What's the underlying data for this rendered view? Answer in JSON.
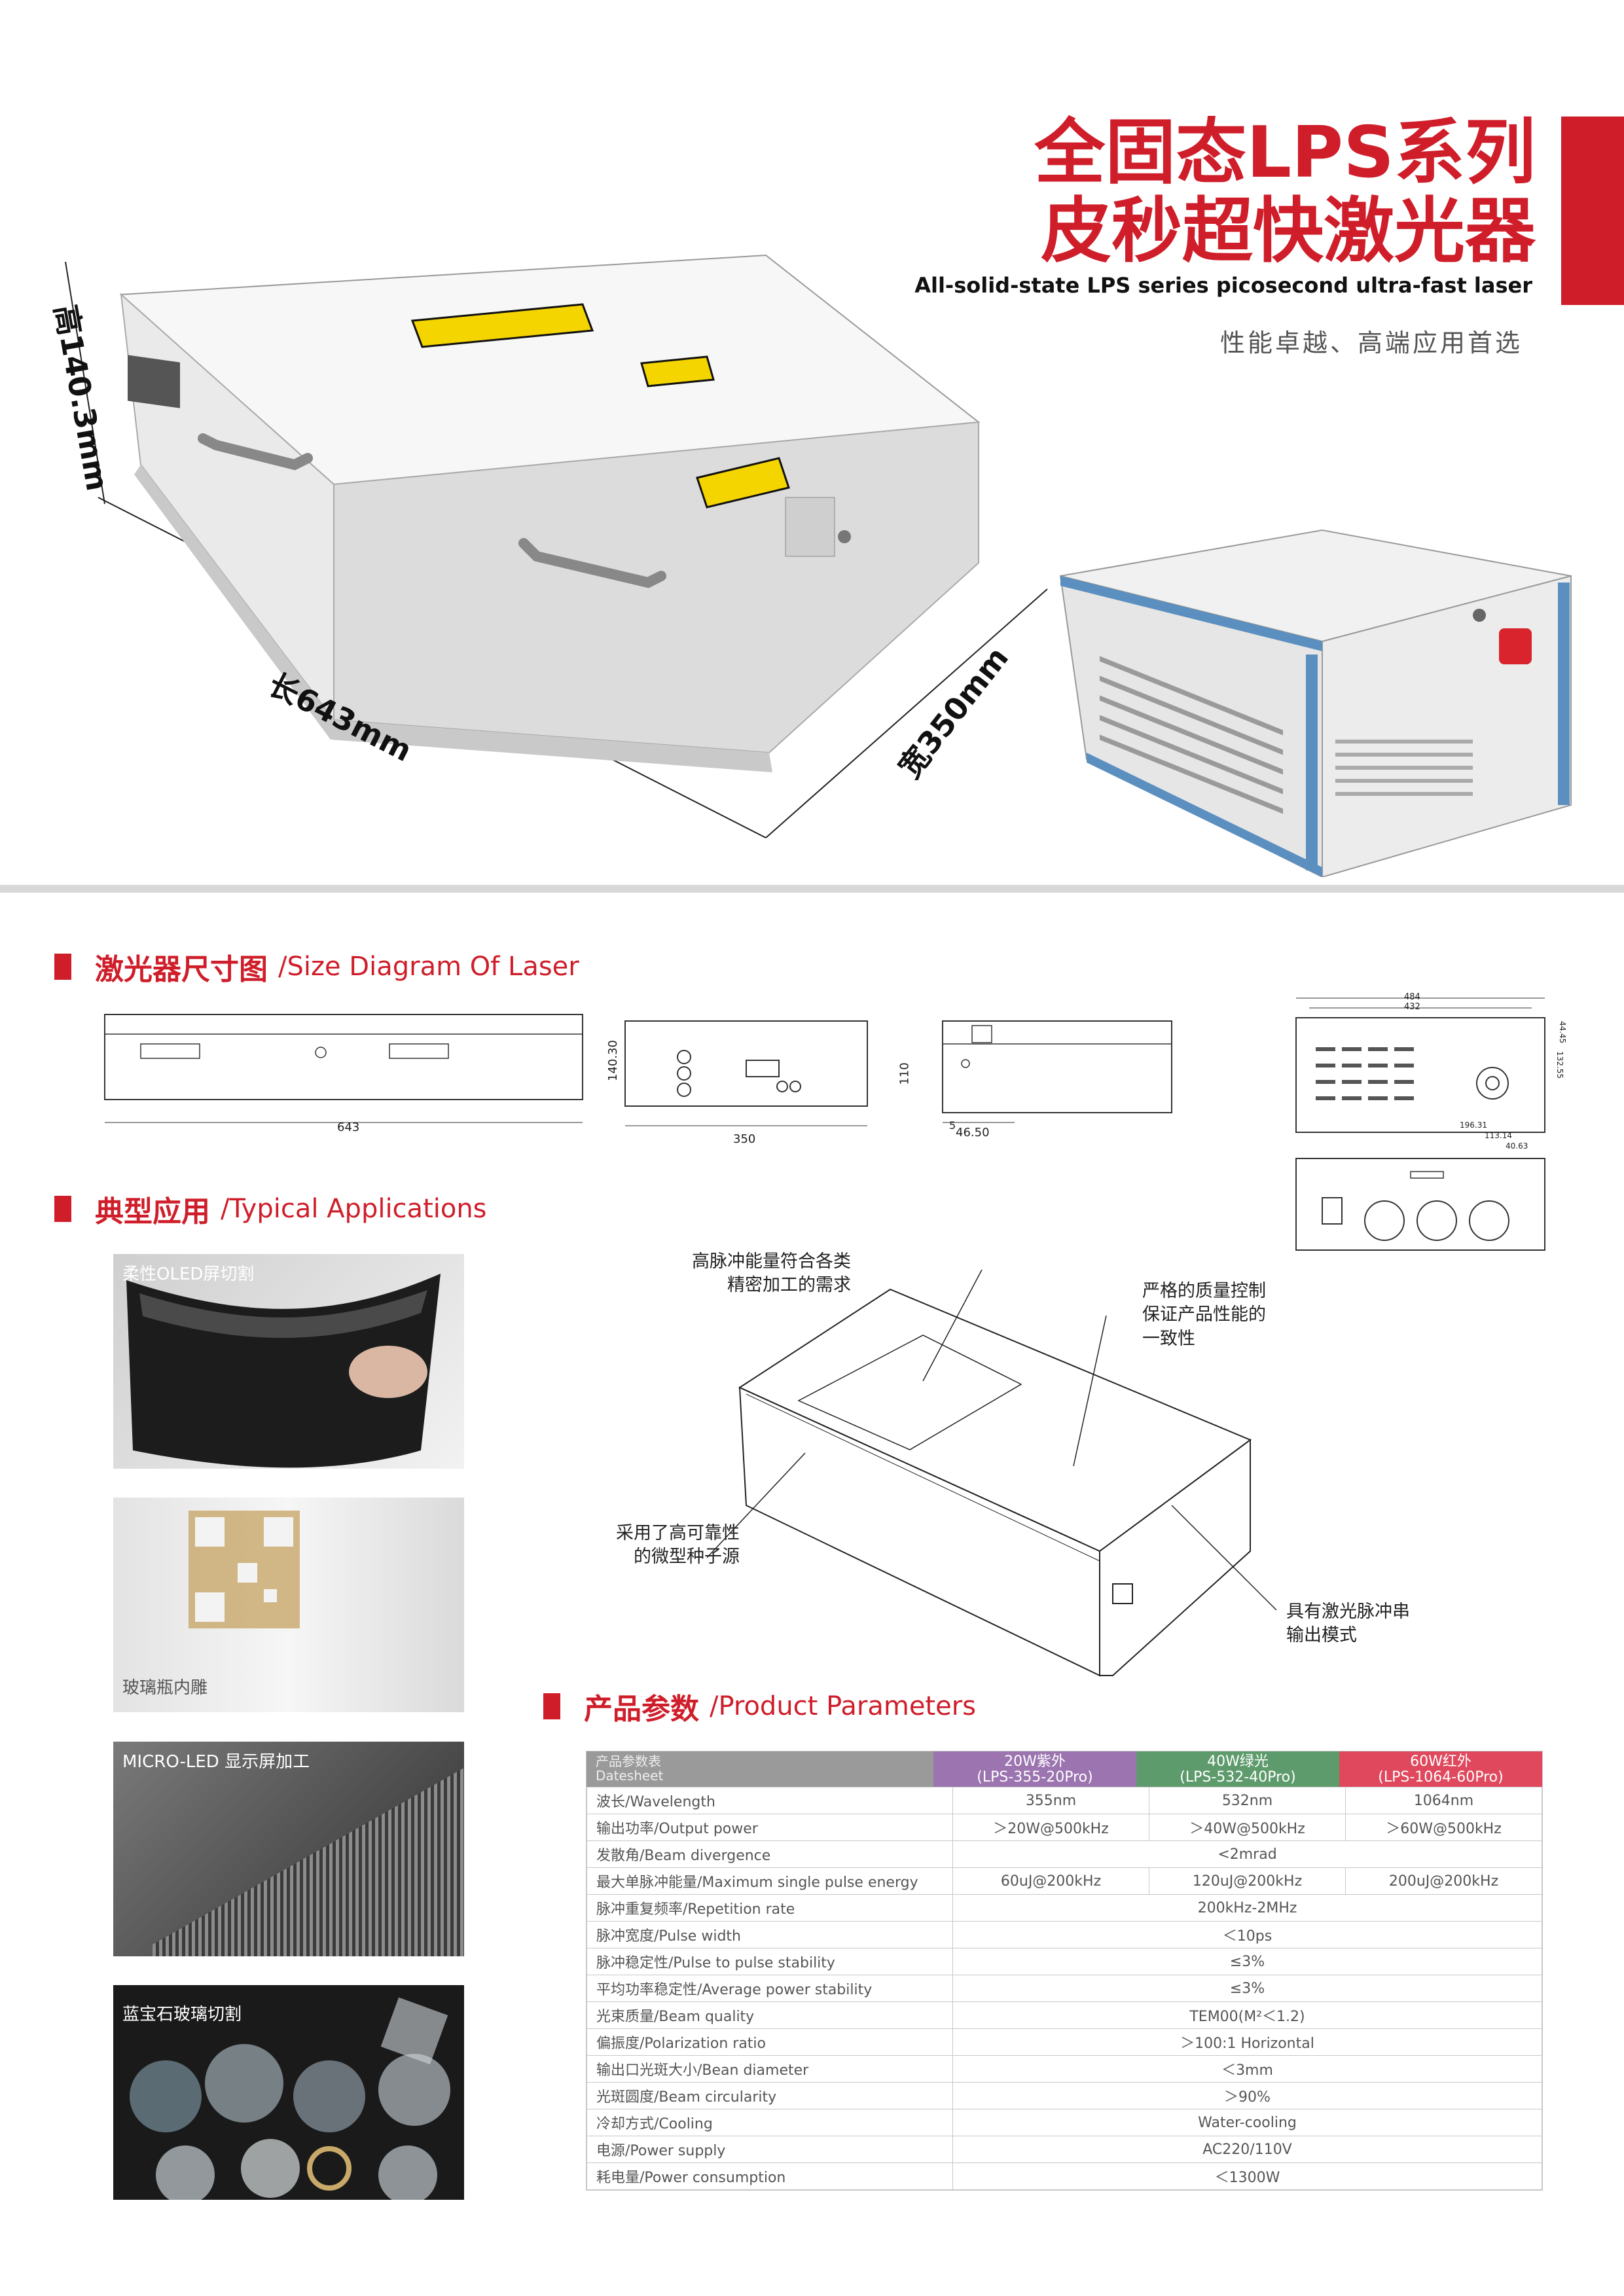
{
  "header": {
    "title_line1": "全固态LPS系列",
    "title_line2": "皮秒超快激光器",
    "subtitle_en": "All-solid-state LPS series picosecond ultra-fast laser",
    "slogan": "性能卓越、高端应用首选"
  },
  "dimensions": {
    "height": "高140.3mm",
    "length": "长643mm",
    "width": "宽350mm"
  },
  "size_section": {
    "title_zh": "激光器尺寸图",
    "title_en": "/Size Diagram Of Laser",
    "labels": {
      "top_len": "643",
      "side_w": "350",
      "side_h": "140.30",
      "end_h": "110",
      "end_a": "46.50",
      "end_b": "5",
      "rack_w1": "484",
      "rack_w2": "432",
      "rack_h1": "44.45",
      "rack_h2": "132.55",
      "rear_a": "196.31",
      "rear_b": "113.14",
      "rear_c": "40.63"
    }
  },
  "applications": {
    "title_zh": "典型应用",
    "title_en": "/Typical Applications",
    "items": [
      {
        "label": "柔性OLED屏切割"
      },
      {
        "label": "玻璃瓶内雕"
      },
      {
        "label": "MICRO-LED 显示屏加工"
      },
      {
        "label": "蓝宝石玻璃切割"
      }
    ]
  },
  "callouts": {
    "c1": [
      "高脉冲能量符合各类",
      "精密加工的需求"
    ],
    "c2": [
      "严格的质量控制",
      "保证产品性能的",
      "一致性"
    ],
    "c3": [
      "采用了高可靠性",
      "的微型种子源"
    ],
    "c4": [
      "具有激光脉冲串",
      "输出模式"
    ]
  },
  "params": {
    "title_zh": "产品参数",
    "title_en": "/Product Parameters",
    "header_label": [
      "产品参数表",
      "Datesheet"
    ],
    "columns": [
      {
        "name": "20W紫外",
        "model": "(LPS-355-20Pro)",
        "color": "#9b74b0"
      },
      {
        "name": "40W绿光",
        "model": "(LPS-532-40Pro)",
        "color": "#5e9b6c"
      },
      {
        "name": "60W红外",
        "model": "(LPS-1064-60Pro)",
        "color": "#e0495d"
      }
    ],
    "rows": [
      {
        "label": "波长/Wavelength",
        "values": [
          "355nm",
          "532nm",
          "1064nm"
        ]
      },
      {
        "label": "输出功率/Output power",
        "values": [
          "＞20W@500kHz",
          "＞40W@500kHz",
          "＞60W@500kHz"
        ]
      },
      {
        "label": "发散角/Beam  divergence",
        "values": [
          "<2mrad"
        ]
      },
      {
        "label": "最大单脉冲能量/Maximum single pulse energy",
        "values": [
          "60uJ@200kHz",
          "120uJ@200kHz",
          "200uJ@200kHz"
        ]
      },
      {
        "label": "脉冲重复频率/Repetition rate",
        "values": [
          "200kHz-2MHz"
        ]
      },
      {
        "label": "脉冲宽度/Pulse width",
        "values": [
          "＜10ps"
        ]
      },
      {
        "label": "脉冲稳定性/Pulse to pulse stability",
        "values": [
          "≤3%"
        ]
      },
      {
        "label": "平均功率稳定性/Average power stability",
        "values": [
          "≤3%"
        ]
      },
      {
        "label": "光束质量/Beam quality",
        "values": [
          "TEM00(M²＜1.2)"
        ]
      },
      {
        "label": "偏振度/Polarization ratio",
        "values": [
          "＞100:1 Horizontal"
        ]
      },
      {
        "label": "输出口光斑大小/Bean diameter",
        "values": [
          "＜3mm"
        ]
      },
      {
        "label": "光斑圆度/Beam circularity",
        "values": [
          "＞90%"
        ]
      },
      {
        "label": "冷却方式/Cooling",
        "values": [
          "Water-cooling"
        ]
      },
      {
        "label": "电源/Power supply",
        "values": [
          "AC220/110V"
        ]
      },
      {
        "label": "耗电量/Power consumption",
        "values": [
          "＜1300W"
        ]
      }
    ]
  }
}
